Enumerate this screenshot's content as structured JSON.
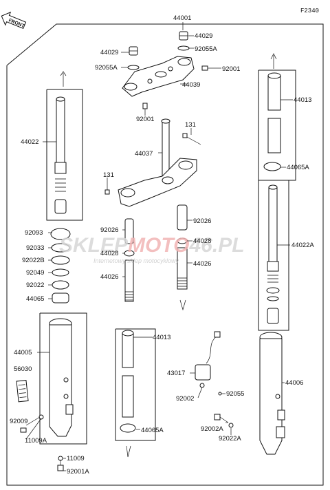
{
  "diagram_code": "F2340",
  "front_label": "FRONT",
  "watermark": {
    "brand_left": "SKLEP",
    "brand_middle": "MOTO",
    "brand_right": "46.PL",
    "tagline": "Internetowy sklep motocyklowy"
  },
  "parts": {
    "p44001": "44001",
    "p44029a": "44029",
    "p44029b": "44029",
    "p92055A_a": "92055A",
    "p92055A_b": "92055A",
    "p92001a": "92001",
    "p44039": "44039",
    "p92001b": "92001",
    "p44022": "44022",
    "p44013a": "44013",
    "p131a": "131",
    "p44037": "44037",
    "p44065Aa": "44065A",
    "p131b": "131",
    "p92093": "92093",
    "p92026a": "92026",
    "p92026b": "92026",
    "p44022A": "44022A",
    "p92033": "92033",
    "p44028a": "44028",
    "p44028b": "44028",
    "p92022B": "92022B",
    "p44026a": "44026",
    "p92049": "92049",
    "p44026b": "44026",
    "p92022": "92022",
    "p44065": "44065",
    "p44013b": "44013",
    "p44005": "44005",
    "p56030": "56030",
    "p43017": "43017",
    "p44006": "44006",
    "p92002": "92002",
    "p92055": "92055",
    "p92009": "92009",
    "p11009A": "11009A",
    "p44065Ab": "44065A",
    "p92002A": "92002A",
    "p92022A": "92022A",
    "p11009": "11009",
    "p92001A": "92001A"
  }
}
